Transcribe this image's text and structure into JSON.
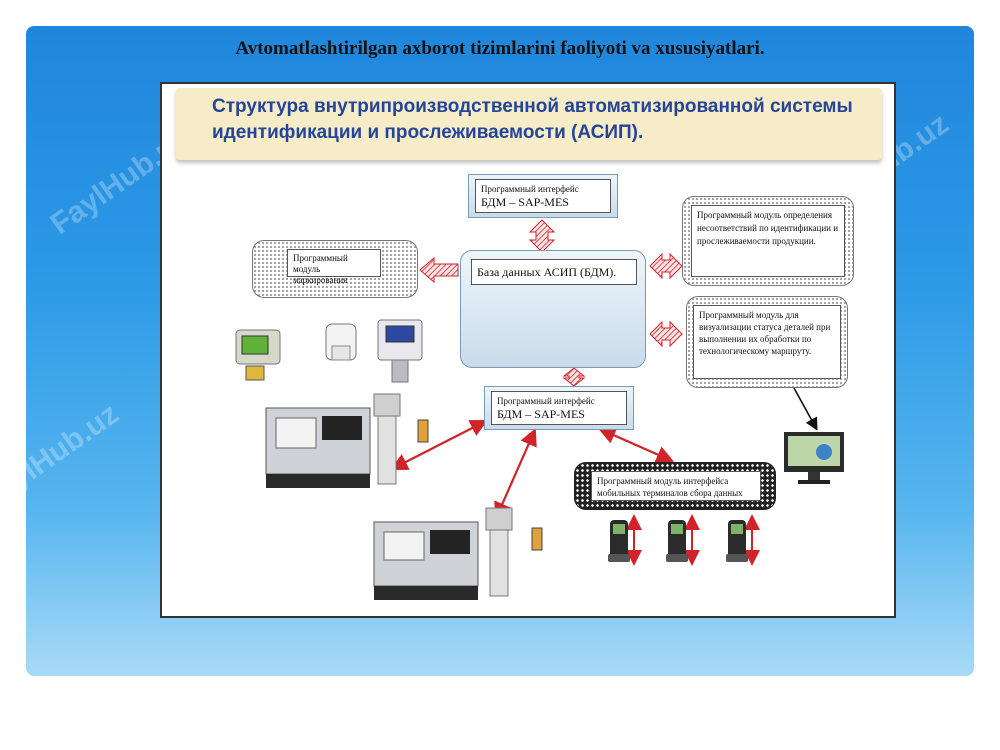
{
  "slide": {
    "title": "Avtomatlashtirilgan axborot tizimlarini faoliyoti va xususiyatlari."
  },
  "watermark": "FaylHub.uz",
  "diagram": {
    "banner_title": "Структура внутрипроизводственной автоматизированной системы идентификации и прослеживаемости (АСИП).",
    "top_interface": {
      "line1": "Программный интерфейс",
      "line2": "БДМ – SAP-MES"
    },
    "bottom_interface": {
      "line1": "Программный интерфейс",
      "line2": "БДМ – SAP-MES"
    },
    "database": {
      "label": "База данных АСИП (БДМ)."
    },
    "marking_module": "Программный модуль маркирования",
    "nonconformity_module": "Программный модуль определения несоответствий по идентификации и прослеживаемости продукции.",
    "visualization_module": "Программный модуль для визуализации статуса деталей при выполнении их обработки по технологическому маршруту.",
    "mobile_module": "Программный модуль интерфейса мобильных терминалов сбора данных"
  },
  "colors": {
    "arrow_red": "#d2232a",
    "banner_text": "#24459a",
    "banner_bg": "#f6ecc7"
  }
}
